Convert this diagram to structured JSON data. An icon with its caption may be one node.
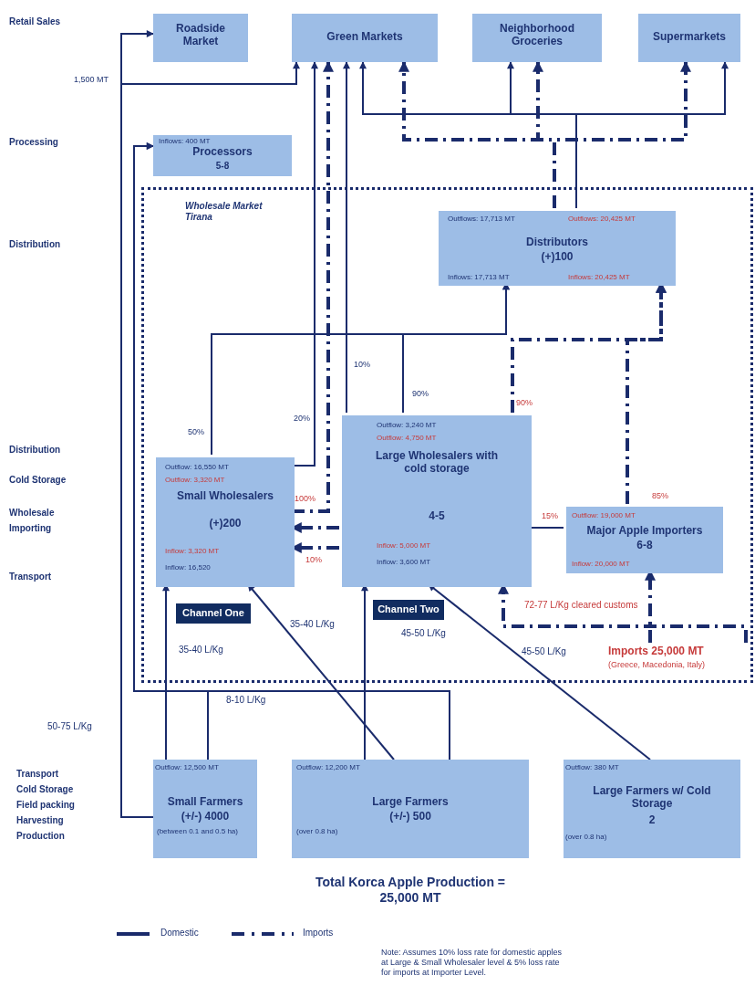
{
  "diagram": {
    "caption": "Total Korca Apple Production = 25,000 MT",
    "nodes": [
      {
        "text": [
          "Roadside Market"
        ]
      },
      {
        "text": [
          "Green Markets"
        ]
      },
      {
        "text": [
          "Neighborhood Groceries"
        ]
      },
      {
        "text": [
          "Supermarkets"
        ]
      },
      {
        "text": [
          "Inflows: 400 MT",
          "Processors",
          "5-8"
        ]
      },
      {
        "text": [
          "Wholesale Market Tirana"
        ]
      },
      {
        "text": [
          "Outflows: 17,713 MT",
          "Outflows: 20,425 MT",
          "Distributors",
          "(+)100",
          "Inflows: 17,713 MT",
          "Inflows: 20,425 MT"
        ],
        "in": 5
      },
      {
        "text": [
          "Outflow: 16,550 MT",
          "Outflow: 3,320 MT",
          "Small Wholesalers",
          "(+)200",
          "Inflow: 3,320 MT",
          "Inflow: 16,520"
        ],
        "in": 5
      },
      {
        "text": [
          "Outflow: 3,240 MT",
          "Outflow: 4,750 MT",
          "Large Wholesalers with cold storage",
          "4-5",
          "Inflow: 5,000 MT",
          "Inflow: 3,600 MT"
        ],
        "in": 5
      },
      {
        "text": [
          "Outflow: 19,000 MT",
          "Major Apple Importers",
          "6-8",
          "Inflow: 20,000 MT"
        ],
        "in": 5
      },
      {
        "text": [
          "Channel One"
        ],
        "in": 5
      },
      {
        "text": [
          "Channel Two"
        ],
        "in": 5
      },
      {
        "text": [
          "Imports 25,000 MT",
          "(Greece, Macedonia, Italy)"
        ],
        "in": 5
      },
      {
        "text": [
          "Outflow: 12,500 MT",
          "Small Farmers",
          "(+/-) 4000",
          "(between 0.1 and 0.5 ha)"
        ]
      },
      {
        "text": [
          "Outflow: 12,200 MT",
          "Large Farmers",
          "(+/-) 500",
          "(over 0.8 ha)"
        ]
      },
      {
        "text": [
          "Outflow: 380 MT",
          "Large Farmers w/ Cold Storage",
          "2",
          "(over 0.8 ha)"
        ]
      }
    ],
    "edges": [
      {
        "from": 13,
        "to": 0,
        "arrow": "to"
      },
      {
        "from": 13,
        "to": 1,
        "arrow": "to"
      },
      {
        "from": 13,
        "to": 4,
        "arrow": "to"
      },
      {
        "from": 14,
        "to": 4,
        "arrow": "to"
      },
      {
        "from": 13,
        "to": 7,
        "arrow": "to"
      },
      {
        "from": 14,
        "to": 7,
        "arrow": "to"
      },
      {
        "from": 14,
        "to": 8,
        "arrow": "to"
      },
      {
        "from": 15,
        "to": 8,
        "arrow": "to"
      },
      {
        "from": 7,
        "to": 6,
        "arrow": "to"
      },
      {
        "from": 8,
        "to": 6,
        "arrow": "to"
      },
      {
        "from": 7,
        "to": 1,
        "arrow": "to"
      },
      {
        "from": 8,
        "to": 1,
        "arrow": "to"
      },
      {
        "from": 6,
        "to": 1,
        "arrow": "to"
      },
      {
        "from": 6,
        "to": 2,
        "arrow": "to"
      },
      {
        "from": 6,
        "to": 3,
        "arrow": "to"
      },
      {
        "from": 6,
        "to": 1,
        "arrow": "to",
        "style": "dashed"
      },
      {
        "from": 6,
        "to": 2,
        "arrow": "to",
        "style": "dashed"
      },
      {
        "from": 6,
        "to": 3,
        "arrow": "to",
        "style": "dashed"
      },
      {
        "from": 9,
        "to": 6,
        "arrow": "to",
        "style": "dashed"
      },
      {
        "from": 8,
        "to": 6,
        "arrow": "to",
        "style": "dashed"
      },
      {
        "from": 9,
        "to": 8,
        "arrow": "none"
      },
      {
        "from": 8,
        "to": 7,
        "arrow": "to",
        "style": "dashed"
      },
      {
        "from": 8,
        "to": 7,
        "arrow": "to",
        "style": "dashed"
      },
      {
        "from": 7,
        "to": 1,
        "arrow": "to",
        "style": "dashed"
      },
      {
        "from": 12,
        "to": 9,
        "arrow": "to",
        "style": "dashed"
      },
      {
        "from": 12,
        "to": 8,
        "arrow": "to",
        "style": "dashed"
      }
    ],
    "labels": [
      "Retail Sales",
      "1,500 MT",
      "Processing",
      "Distribution",
      "10%",
      "90%",
      "90%",
      "20%",
      "50%",
      "85%",
      "Distribution",
      "Cold Storage",
      "100%",
      "15%",
      "Wholesale",
      "Importing",
      "10%",
      "Transport",
      "72-77 L/Kg cleared customs",
      "35-40 L/Kg",
      "45-50 L/Kg",
      "35-40 L/Kg",
      "45-50 L/Kg",
      "8-10 L/Kg",
      "50-75 L/Kg",
      "Transport",
      "Cold Storage",
      "Field packing",
      "Harvesting",
      "Production",
      "Note: Assumes 10% loss rate for domestic apples at Large & Small Wholesaler level & 5% loss rate for imports at Importer Level."
    ],
    "legend": [
      {
        "text": "Domestic"
      },
      {
        "text": "Imports"
      }
    ]
  }
}
